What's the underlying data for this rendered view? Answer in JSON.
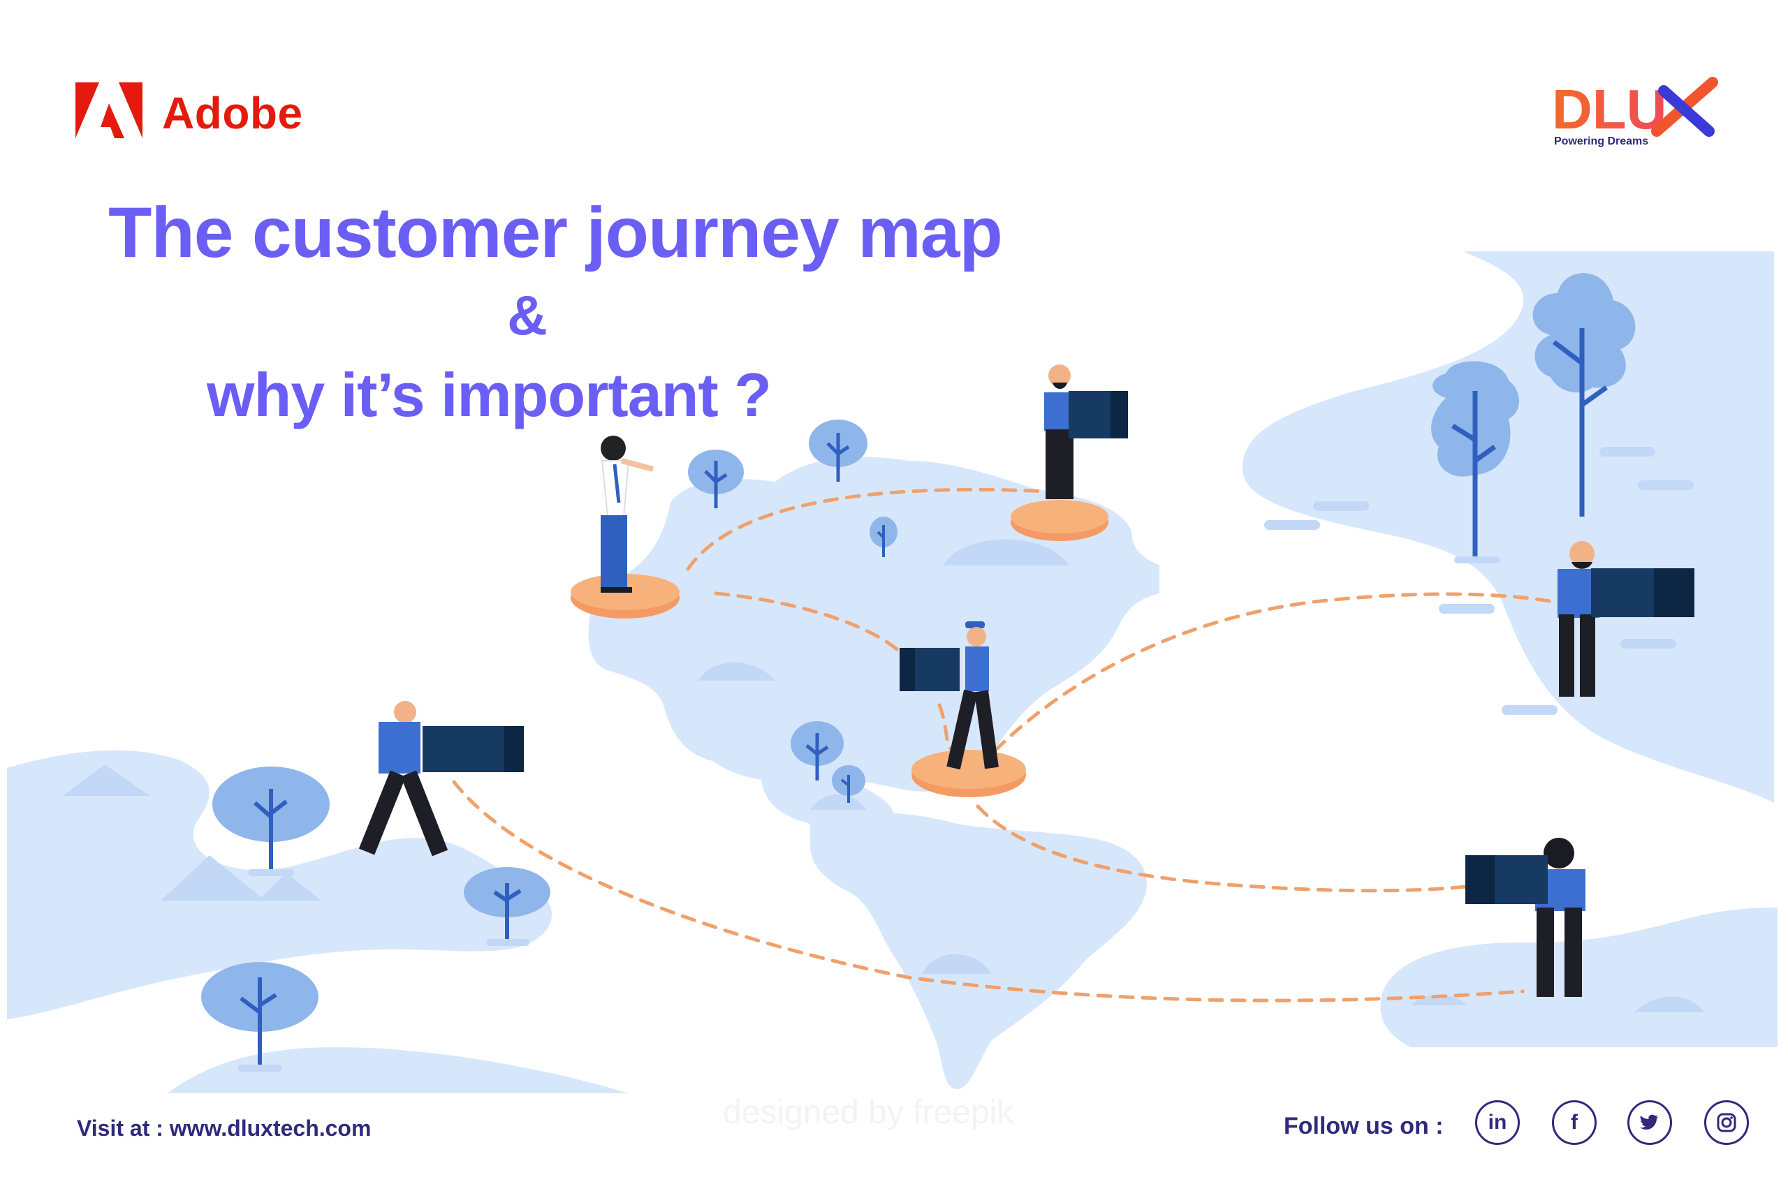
{
  "brand": {
    "adobe": "Adobe",
    "dlux_tagline": "Powering Dreams"
  },
  "title": {
    "line1": "The customer journey map",
    "line2": "&",
    "line3": "why it’s important ?"
  },
  "footer": {
    "visit": "Visit at : www.dluxtech.com",
    "follow": "Follow us on :",
    "watermark": "designed by freepik"
  },
  "social": [
    {
      "name": "linkedin-icon",
      "glyph": "in"
    },
    {
      "name": "facebook-icon",
      "glyph": "f"
    },
    {
      "name": "twitter-icon",
      "glyph": "🐦"
    },
    {
      "name": "instagram-icon",
      "glyph": "◎"
    }
  ],
  "colors": {
    "title": "#6a5ef5",
    "map": "#d6e6fa",
    "tree": "#8fb6ea",
    "person_shirt": "#3d6fd0",
    "box": "#173a62",
    "platform": "#f59a62",
    "route": "#f0a06b",
    "footer_text": "#2f2a7a",
    "adobe_red": "#e31b0e"
  }
}
